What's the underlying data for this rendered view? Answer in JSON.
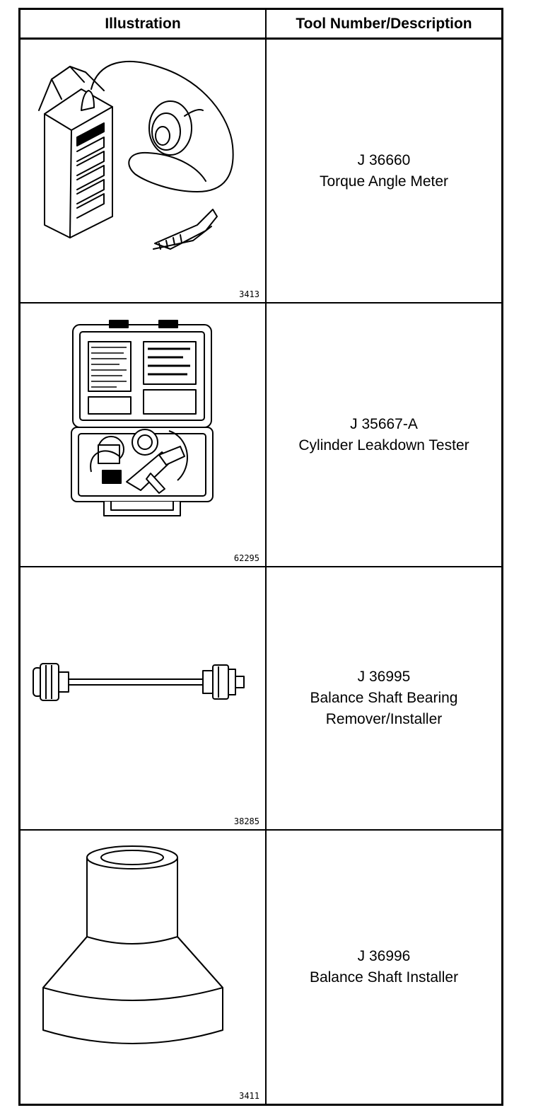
{
  "table": {
    "header": {
      "illustration": "Illustration",
      "tool": "Tool Number/Description"
    },
    "rows": [
      {
        "figure": "3413",
        "number": "J 36660",
        "description": [
          "Torque Angle Meter"
        ],
        "icon": "torque-angle-meter-icon"
      },
      {
        "figure": "62295",
        "number": "J 35667-A",
        "description": [
          "Cylinder Leakdown Tester"
        ],
        "icon": "leakdown-tester-case-icon"
      },
      {
        "figure": "38285",
        "number": "J 36995",
        "description": [
          "Balance Shaft Bearing",
          "Remover/Installer"
        ],
        "icon": "bearing-remover-installer-icon"
      },
      {
        "figure": "3411",
        "number": "J 36996",
        "description": [
          "Balance Shaft Installer"
        ],
        "icon": "balance-shaft-installer-icon"
      }
    ]
  }
}
